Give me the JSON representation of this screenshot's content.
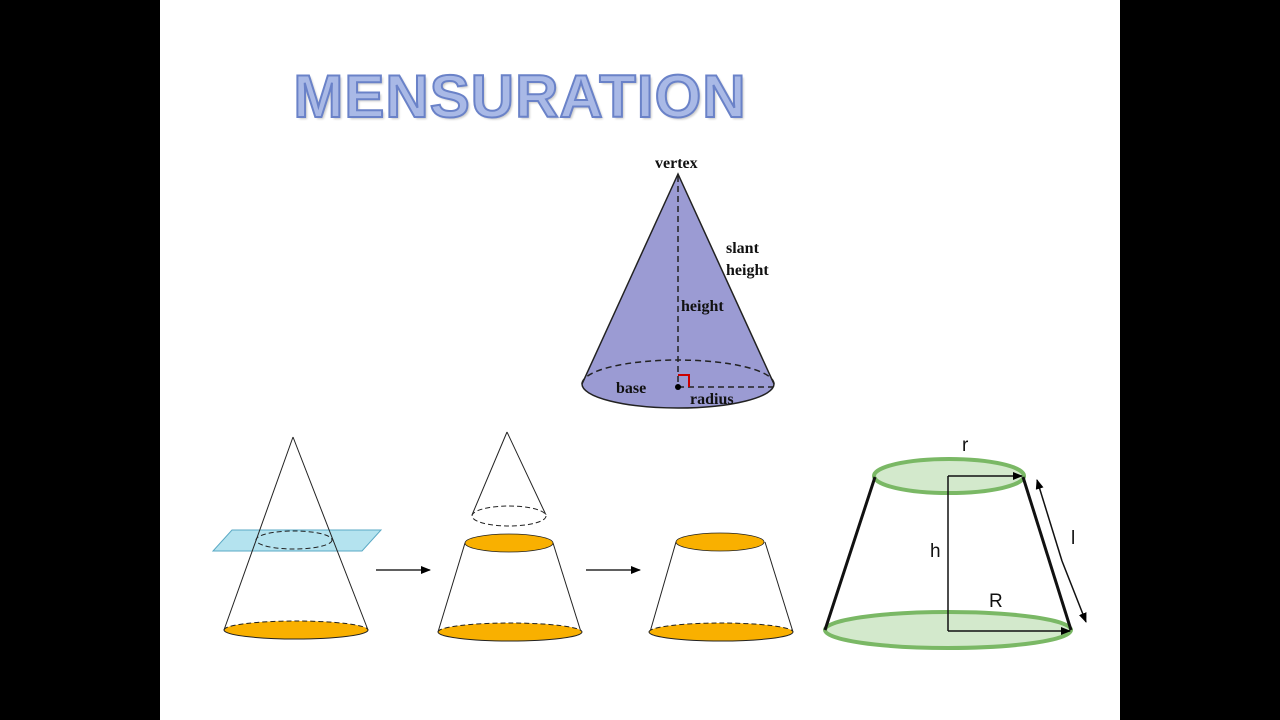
{
  "title": "MENSURATION",
  "cone": {
    "vertex": "vertex",
    "slant_line1": "slant",
    "slant_line2": "height",
    "height": "height",
    "base": "base",
    "radius": "radius"
  },
  "frustum": {
    "r": "r",
    "h": "h",
    "R": "R",
    "l": "l"
  },
  "colors": {
    "cone_fill": "#9b9bd3",
    "title_fill": "#a9b9e6",
    "title_outline": "#6a82c8",
    "orange": "#f9b000",
    "plane": "#b4e3ef",
    "green_fill": "#d3e9cc",
    "green_stroke": "#7ab865",
    "right_angle": "#cc0000"
  }
}
